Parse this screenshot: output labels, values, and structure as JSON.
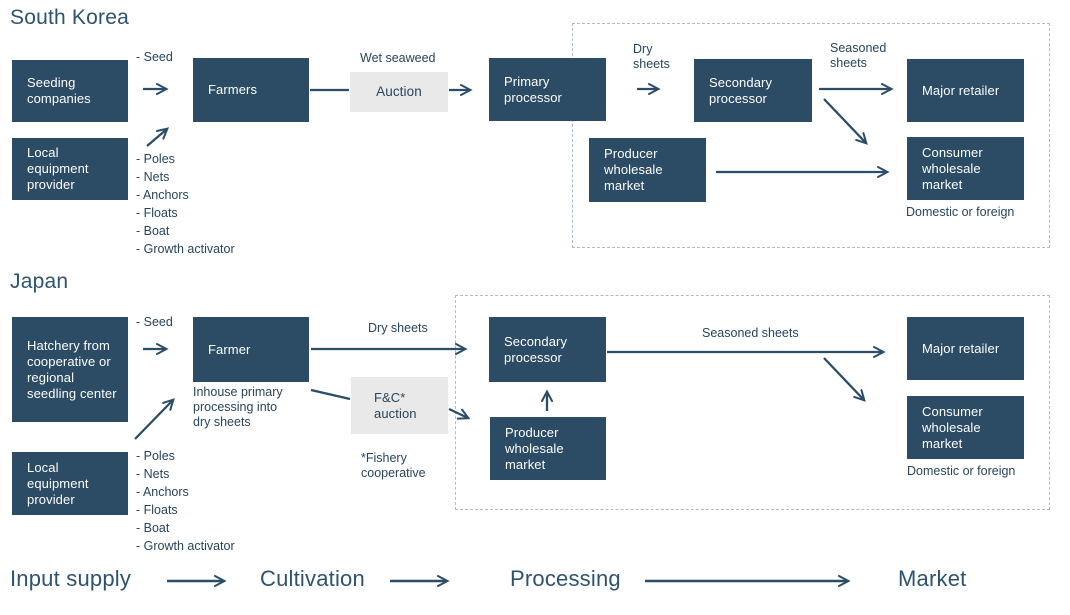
{
  "korea": {
    "title": "South Korea",
    "boxes": {
      "seeding": "Seeding companies",
      "local_equipment": "Local equipment provider",
      "farmers": "Farmers",
      "auction": "Auction",
      "primary_processor": "Primary processor",
      "secondary_processor": "Secondary processor",
      "producer_wholesale": "Producer wholesale market",
      "major_retailer": "Major retailer",
      "consumer_wholesale": "Consumer wholesale market"
    },
    "labels": {
      "seed": "- Seed",
      "inputs": [
        "- Poles",
        "- Nets",
        "- Anchors",
        "- Floats",
        "- Boat",
        "- Growth activator"
      ],
      "wet_seaweed": "Wet seaweed",
      "dry_sheets": "Dry\nsheets",
      "seasoned_sheets": "Seasoned\nsheets",
      "domestic_or_foreign": "Domestic or foreign"
    }
  },
  "japan": {
    "title": "Japan",
    "boxes": {
      "hatchery": "Hatchery from cooperative or regional seedling center",
      "local_equipment": "Local equipment provider",
      "farmer": "Farmer",
      "fc_auction": "F&C*\nauction",
      "secondary_processor": "Secondary processor",
      "producer_wholesale": "Producer wholesale market",
      "major_retailer": "Major retailer",
      "consumer_wholesale": "Consumer wholesale market"
    },
    "labels": {
      "seed": "- Seed",
      "inputs": [
        "- Poles",
        "- Nets",
        "- Anchors",
        "- Floats",
        "- Boat",
        "- Growth activator"
      ],
      "inhouse": "Inhouse primary processing into dry sheets",
      "dry_sheets": "Dry sheets",
      "fishery_note": "*Fishery\ncooperative",
      "seasoned_sheets": "Seasoned sheets",
      "domestic_or_foreign": "Domestic or foreign"
    }
  },
  "timeline": {
    "stages": [
      "Input supply",
      "Cultivation",
      "Processing",
      "Market"
    ]
  },
  "colors": {
    "box_navy": "#2b4c64",
    "box_text": "#fdfdfd",
    "auction_gray": "#e9e9ea",
    "label_navy": "#27455c",
    "title_navy": "#2e536e",
    "arrow": "#2b4d68",
    "dashed_border": "#a9bcc7",
    "background": "#ffffff"
  }
}
